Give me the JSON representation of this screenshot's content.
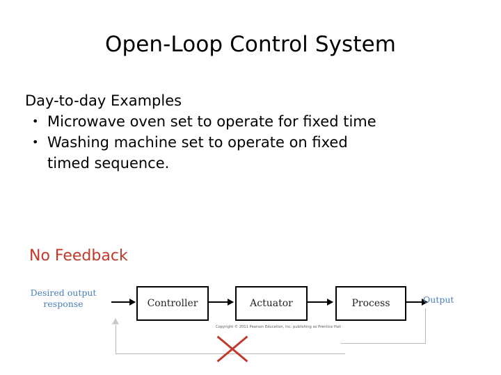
{
  "slide": {
    "title": "Open-Loop Control System",
    "section_heading": "Day-to-day Examples",
    "bullets": [
      {
        "marker": "•",
        "text": "Microwave oven set to operate for fixed time"
      },
      {
        "marker": "•",
        "text": "Washing machine set to operate on fixed"
      },
      {
        "marker": "",
        "text": "timed sequence."
      }
    ],
    "no_feedback_label": "No Feedback",
    "accent_color": "#c0392b"
  },
  "diagram": {
    "input_label_line1": "Desired output",
    "input_label_line2": "response",
    "blocks": [
      {
        "label": "Controller"
      },
      {
        "label": "Actuator"
      },
      {
        "label": "Process"
      }
    ],
    "output_label": "Output",
    "copyright": "Copyright © 2011 Pearson Education, Inc. publishing as Prentice Hall",
    "label_color": "#4a7ebb",
    "cross_color": "#c0392b"
  }
}
